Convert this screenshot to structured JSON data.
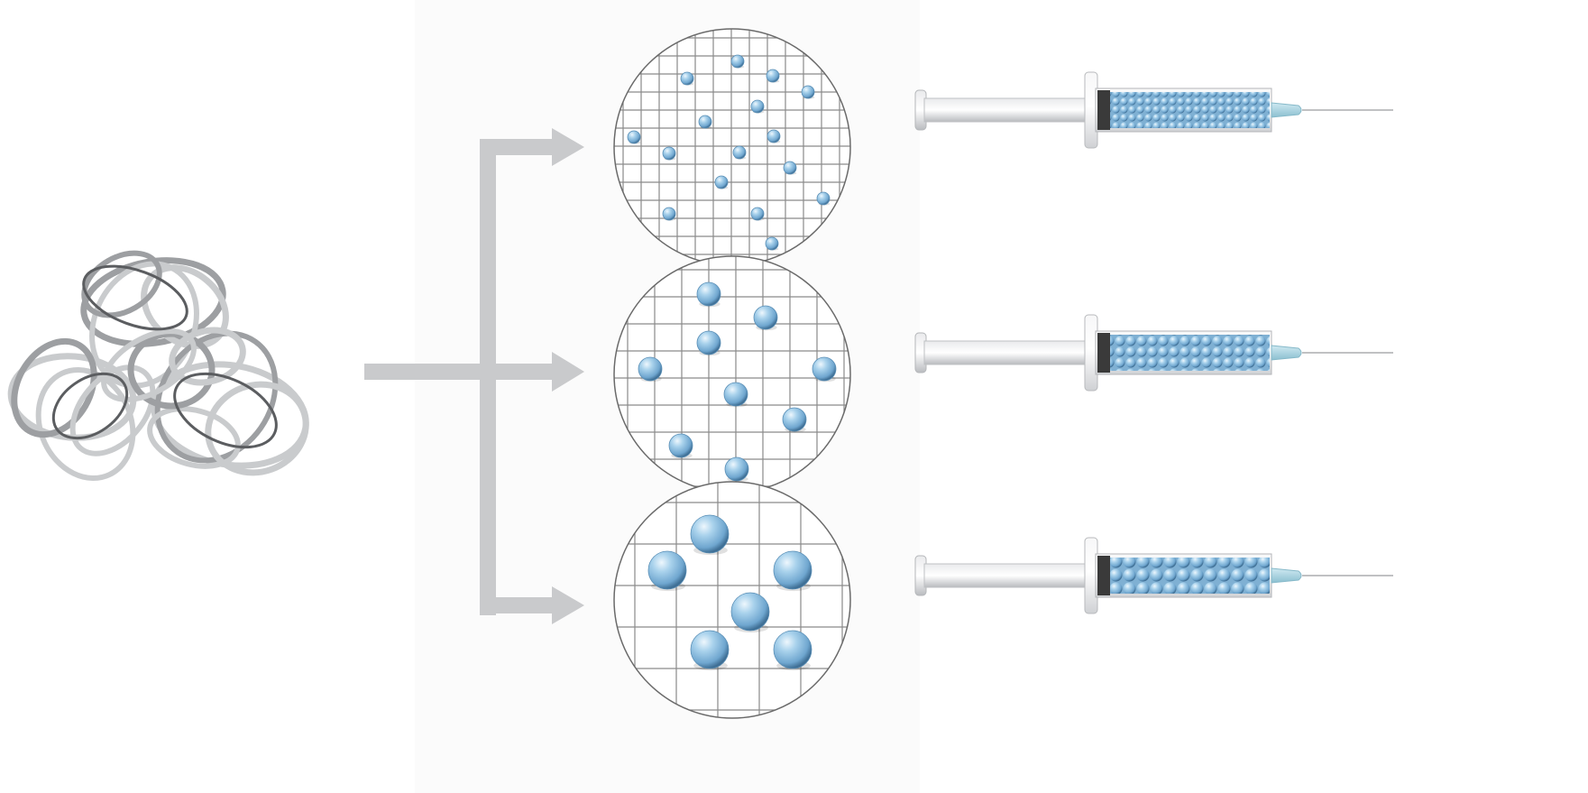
{
  "colors": {
    "background": "#ffffff",
    "arrow": "#c9cacc",
    "grid_line": "#7d7d7d",
    "particle": "#8cc0e2",
    "particle_highlight": "#e8f4fc",
    "particle_shadow": "#4f86ad",
    "syringe_body": "#e6e7e9",
    "syringe_stopper": "#3a3a3a",
    "syringe_needle_hub": "#a8d4e2",
    "polymer_strand": "#bfc1c3"
  },
  "icons": {
    "source": "polymer-coil-icon",
    "magnifier": "particle-grid-icon",
    "syringe": "syringe-icon"
  },
  "rows": [
    {
      "name": "small-particles",
      "particle_size": "small"
    },
    {
      "name": "medium-particles",
      "particle_size": "medium"
    },
    {
      "name": "large-particles",
      "particle_size": "large"
    }
  ]
}
